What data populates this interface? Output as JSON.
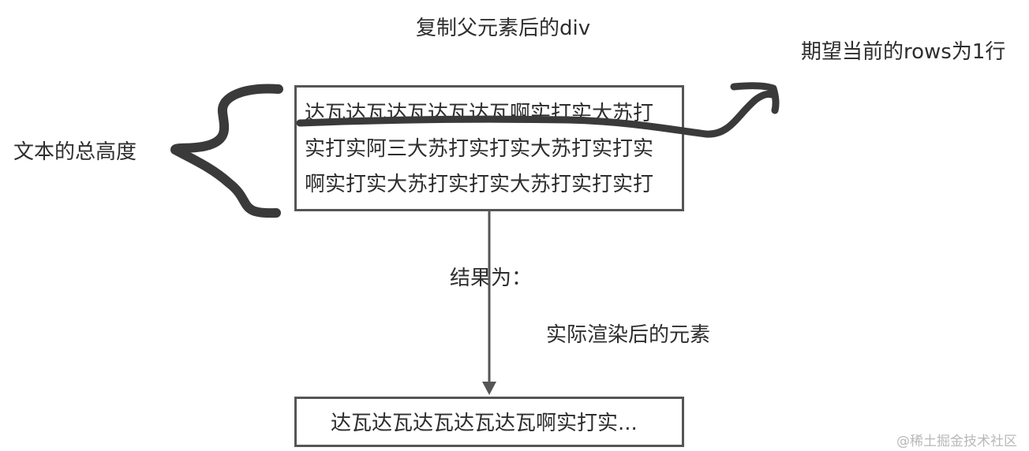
{
  "title_top": "复制父元素后的div",
  "label_right": "期望当前的rows为1行",
  "label_left": "文本的总高度",
  "source_box": {
    "lines": [
      "达瓦达瓦达瓦达瓦达瓦啊实打实大苏打",
      "实打实阿三大苏打实打实大苏打实打实",
      "啊实打实大苏打实打实大苏打实打实打"
    ]
  },
  "result_label": "结果为：",
  "rendered_label": "实际渲染后的元素",
  "result_box": {
    "text": "达瓦达瓦达瓦达瓦达瓦啊实打实..."
  },
  "watermark": "@稀土掘金技术社区",
  "colors": {
    "stroke": "#555555",
    "marker": "#3a3a3a",
    "text": "#2e2e2e",
    "watermark": "#b8b8b8"
  }
}
